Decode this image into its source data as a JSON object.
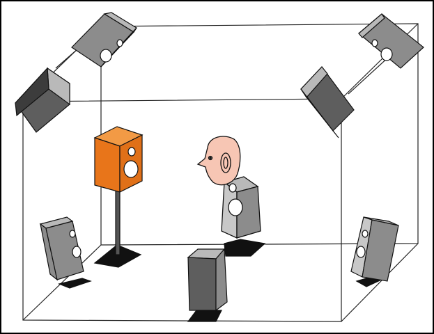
{
  "diagram": {
    "elements": [
      {
        "id": "room",
        "kind": "room-wireframe"
      },
      {
        "id": "listener",
        "kind": "listener-head"
      },
      {
        "id": "speaker-height-rear-left",
        "kind": "speaker",
        "finish": "gray"
      },
      {
        "id": "speaker-height-front-left",
        "kind": "speaker",
        "finish": "dark-gray"
      },
      {
        "id": "speaker-height-rear-right",
        "kind": "speaker",
        "finish": "gray"
      },
      {
        "id": "speaker-height-front-right",
        "kind": "speaker",
        "finish": "dark-gray"
      },
      {
        "id": "speaker-on-stand",
        "kind": "speaker",
        "finish": "orange"
      },
      {
        "id": "speaker-behind-listener",
        "kind": "speaker",
        "finish": "gray"
      },
      {
        "id": "speaker-floor-left",
        "kind": "speaker",
        "finish": "gray"
      },
      {
        "id": "speaker-floor-right",
        "kind": "speaker",
        "finish": "gray"
      },
      {
        "id": "speaker-floor-front",
        "kind": "speaker",
        "finish": "dark-gray"
      }
    ],
    "colors": {
      "frame": "#000000",
      "room_line": "#222222",
      "speaker_gray": "#8c8c8c",
      "speaker_light": "#b9b9b9",
      "speaker_dark": "#5e5e5e",
      "speaker_darkest": "#3c3c3c",
      "orange": "#e8751a",
      "orange_light": "#f29a45",
      "orange_dark": "#c95e10",
      "face": "#f7c6b4",
      "shadow": "#111111"
    }
  }
}
